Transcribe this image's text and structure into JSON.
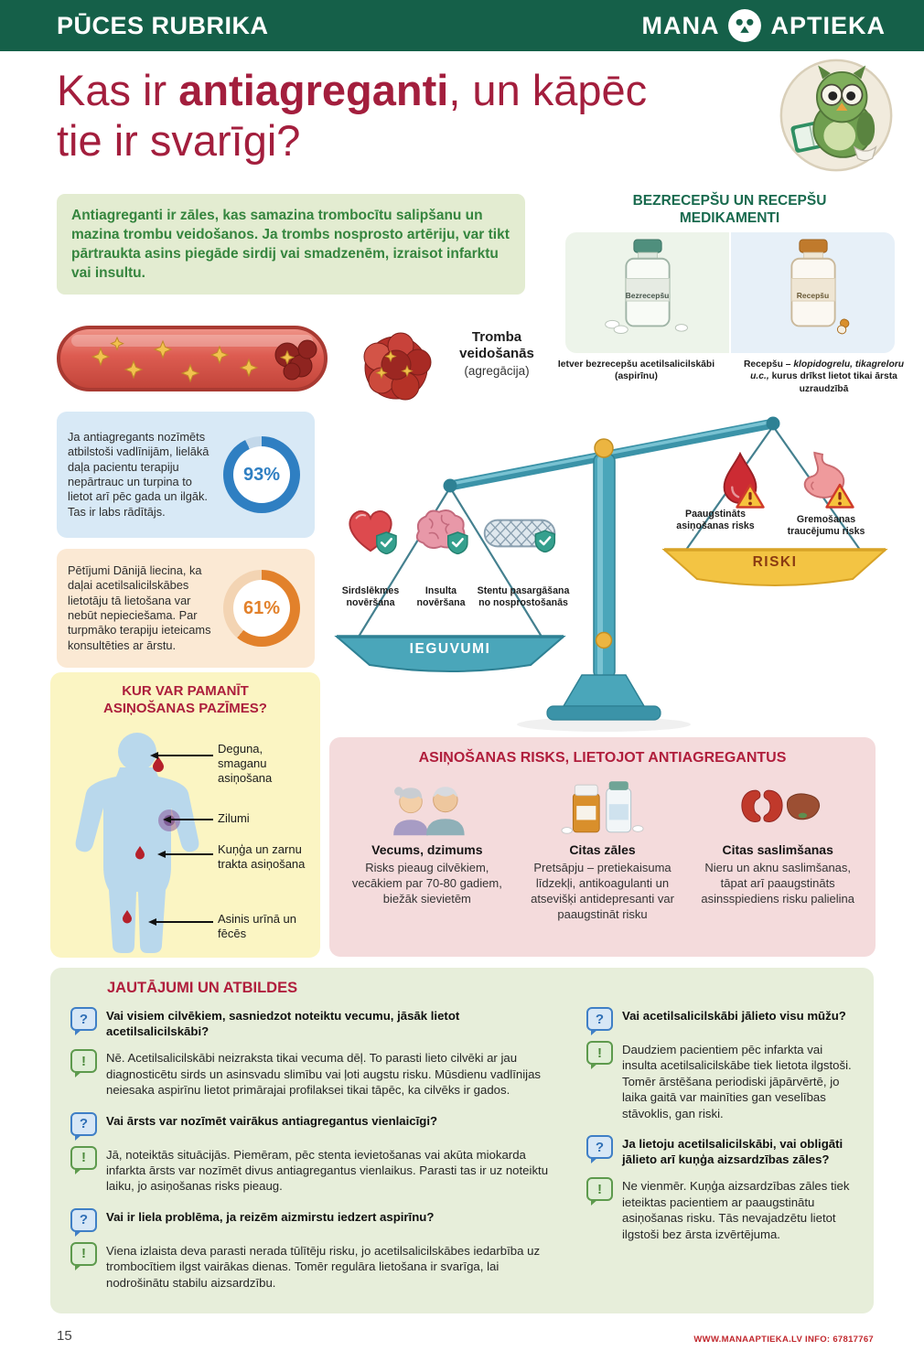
{
  "colors": {
    "brand_green": "#156049",
    "heading_red": "#a31e3d",
    "benefit_teal": "#4aa6ba",
    "risk_yellow": "#f3c443"
  },
  "header": {
    "rubric": "PŪCES RUBRIKA",
    "brand_mana": "MANA",
    "brand_aptieka": "APTIEKA"
  },
  "title": {
    "part1": "Kas ir ",
    "bold": "antiagreganti",
    "part2": ", un kāpēc",
    "line2": "tie ir svarīgi?"
  },
  "intro_text": "Antiagreganti ir zāles, kas samazina trombocītu salipšanu un mazina trombu veidošanos. Ja trombs nosprosto artēriju, var tikt pārtraukta asins piegāde sirdij vai smadzenēm, izraisot infarktu vai insultu.",
  "meds": {
    "heading": "BEZRECEPŠU UN RECEPŠU MEDIKAMENTI",
    "otc_bottle_label": "Bezrecepšu",
    "rx_bottle_label": "Recepšu",
    "otc_caption": "Ietver bezrecepšu acetilsalicilskābi (aspirīnu)",
    "rx_caption_start": "Recepšu – ",
    "rx_caption_italic": "klopidogrelu, tikagreloru u.c.,",
    "rx_caption_end": " kurus drīkst lietot tikai ārsta uzraudzībā"
  },
  "thrombus": {
    "caption_bold": "Tromba veidošanās",
    "caption_sub": "(agregācija)"
  },
  "stats": [
    {
      "pct": "93%",
      "value": 93,
      "color": "#2f7fc2",
      "track": "#c3d8ea",
      "text": "Ja antiagregants nozīmēts atbilstoši vadlīnijām, lielākā daļa pacientu terapiju nepārtrauc un turpina to lietot arī pēc gada un ilgāk. Tas ir labs rādītājs."
    },
    {
      "pct": "61%",
      "value": 61,
      "color": "#e2812b",
      "track": "#f3d4b3",
      "text": "Pētījumi Dānijā liecina, ka daļai acetilsalicilskābes lietotāju tā lietošana var nebūt nepieciešama. Par turpmāko terapiju ieteicams konsultēties ar ārstu."
    }
  ],
  "scale": {
    "benefits": [
      {
        "label": "Sirdslēkmes novēršana"
      },
      {
        "label": "Insulta novēršana"
      },
      {
        "label": "Stentu pasargāšana no nosprostošanās"
      }
    ],
    "benefits_banner": "IEGUVUMI",
    "risks": [
      {
        "label": "Paaugstināts asiņošanas risks"
      },
      {
        "label": "Gremošanas traucējumu risks"
      }
    ],
    "risks_banner": "RISKI"
  },
  "bleeding": {
    "heading1": "KUR VAR PAMANĪT",
    "heading2": "ASIŅOŠANAS PAZĪMES?",
    "items": [
      "Deguna, smaganu asiņošana",
      "Zilumi",
      "Kuņģa un zarnu trakta asiņošana",
      "Asinis urīnā un fēcēs"
    ]
  },
  "risk_box": {
    "heading": "ASIŅOŠANAS RISKS, LIETOJOT ANTIAGREGANTUS",
    "columns": [
      {
        "title": "Vecums, dzimums",
        "text": "Risks pieaug cilvēkiem, vecākiem par 70-80 gadiem, biežāk sievietēm"
      },
      {
        "title": "Citas zāles",
        "text": "Pretsāpju – pretiekaisuma līdzekļi, antikoagulanti un atsevišķi antidepresanti var paaugstināt risku"
      },
      {
        "title": "Citas saslimšanas",
        "text": "Nieru un aknu saslimšanas, tāpat arī paaugstināts asinsspiediens risku palielina"
      }
    ]
  },
  "qa": {
    "heading": "JAUTĀJUMI UN ATBILDES",
    "left": [
      {
        "q": "Vai visiem cilvēkiem, sasniedzot noteiktu vecumu, jāsāk lietot acetilsalicilskābi?",
        "a": "Nē. Acetilsalicilskābi neizraksta tikai vecuma dēļ. To parasti lieto cilvēki ar jau diagnosticētu sirds un asinsvadu slimību vai ļoti augstu risku. Mūsdienu vadlīnijas neiesaka aspirīnu lietot primārajai profilaksei tikai tāpēc, ka cilvēks ir gados."
      },
      {
        "q": "Vai ārsts var nozīmēt vairākus antiagregantus vienlaicīgi?",
        "a": "Jā, noteiktās situācijās. Piemēram, pēc stenta ievietošanas vai akūta miokarda infarkta ārsts var nozīmēt divus antiagregantus vienlaikus. Parasti tas ir uz noteiktu laiku, jo asiņošanas risks pieaug."
      },
      {
        "q": "Vai ir liela problēma, ja reizēm aizmirstu iedzert aspirīnu?",
        "a": "Viena izlaista deva parasti nerada tūlītēju risku, jo acetilsalicilskābes iedarbība uz trombocītiem ilgst vairākas dienas. Tomēr regulāra lietošana ir svarīga, lai nodrošinātu stabilu aizsardzību."
      }
    ],
    "right": [
      {
        "q": "Vai acetilsalicilskābi jālieto visu mūžu?",
        "a": "Daudziem pacientiem pēc infarkta vai insulta acetilsalicilskābe tiek lietota ilgstoši. Tomēr ārstēšana periodiski jāpārvērtē, jo laika gaitā var mainīties gan veselības stāvoklis, gan riski."
      },
      {
        "q": "Ja lietoju acetilsalicilskābi, vai obligāti jālieto arī kuņģa aizsardzības zāles?",
        "a": "Ne vienmēr. Kuņģa aizsardzības zāles tiek ieteiktas pacientiem ar paaugstinātu asiņošanas risku. Tās nevajadzētu lietot ilgstoši bez ārsta izvērtējuma."
      }
    ]
  },
  "icons": {
    "question": "?",
    "exclamation": "!"
  },
  "footer": {
    "page_number": "15",
    "info": "WWW.MANAAPTIEKA.LV INFO: 67817767"
  }
}
